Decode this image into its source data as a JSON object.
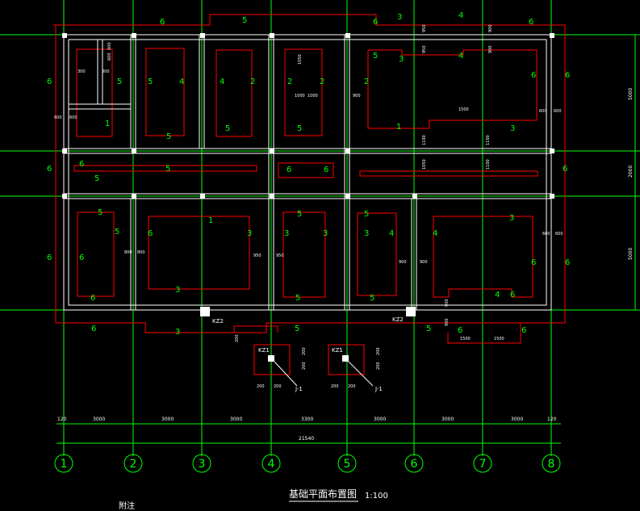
{
  "title": {
    "text": "基础平面布置图",
    "scale": "1:100",
    "note": "附注"
  },
  "axes": {
    "labels": [
      "1",
      "2",
      "3",
      "4",
      "5",
      "6",
      "7",
      "8"
    ]
  },
  "dimensions": {
    "bottom_spans": [
      "120",
      "3000",
      "3000",
      "3000",
      "3300",
      "3000",
      "3000",
      "3000",
      "120"
    ],
    "total": "21540",
    "right_side": [
      "5000",
      "2000",
      "5000"
    ]
  },
  "column_tags": [
    "KZ2",
    "KZ2",
    "KZ1",
    "KZ1",
    "J-1",
    "J-1"
  ],
  "detail_dims": [
    "200",
    "200",
    "200",
    "200"
  ],
  "inner_dims": [
    "600",
    "600",
    "300",
    "300",
    "1000",
    "1000",
    "900",
    "1500",
    "950",
    "950",
    "800",
    "800",
    "1050",
    "1100",
    "900",
    "900",
    "1500",
    "1500"
  ],
  "colors": {
    "background": "#000000",
    "grid": "#00ff00",
    "wall": "#ffffff",
    "footing": "#ff0000",
    "text": "#ffffff",
    "tag": "#ffffff",
    "cyan": "#00ffff",
    "yellow": "#ffff00"
  }
}
